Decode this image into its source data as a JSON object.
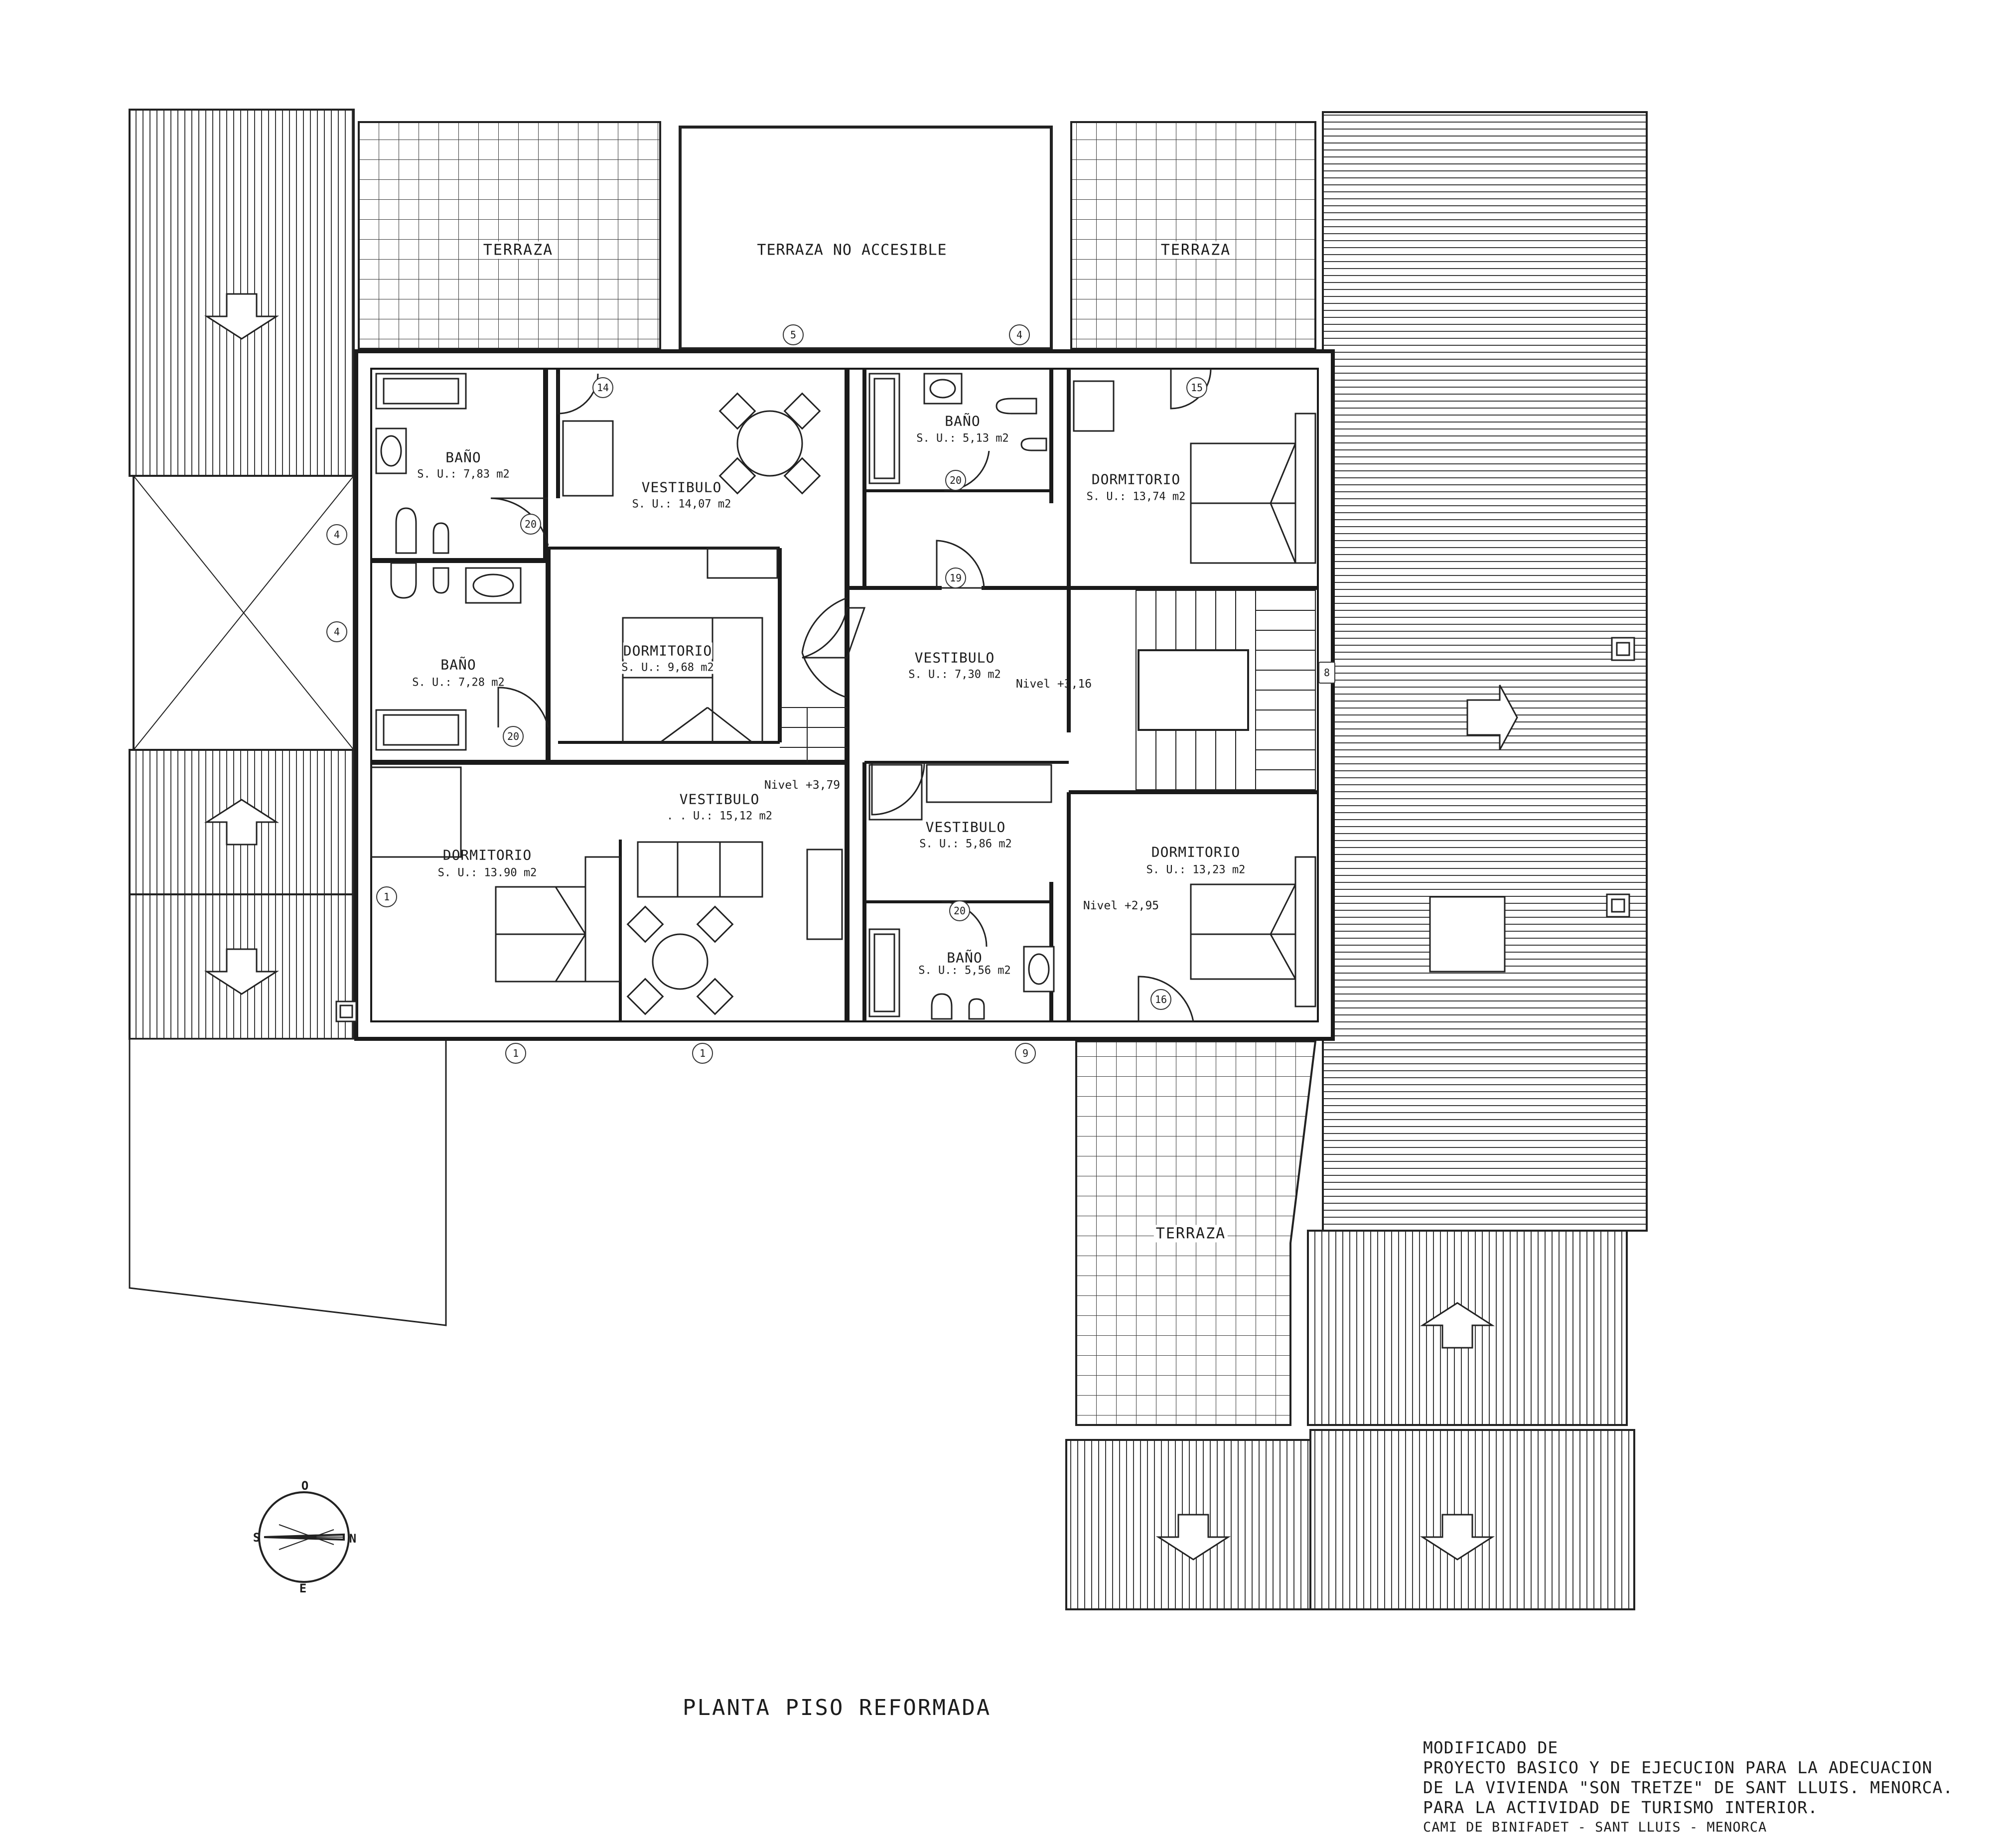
{
  "drawing_title": "PLANTA PISO REFORMADA",
  "title_block": {
    "line1": "MODIFICADO DE",
    "line2": "PROYECTO BASICO Y DE EJECUCION PARA LA ADECUACION",
    "line3": "DE LA VIVIENDA \"SON TRETZE\" DE SANT LLUIS. MENORCA.",
    "line4": "PARA LA ACTIVIDAD DE TURISMO INTERIOR.",
    "line5": "CAMI DE BINIFADET - SANT LLUIS - MENORCA"
  },
  "terraces": [
    {
      "id": "terraza-nw",
      "name": "TERRAZA"
    },
    {
      "id": "terraza-no-accesible",
      "name": "TERRAZA NO ACCESIBLE"
    },
    {
      "id": "terraza-ne",
      "name": "TERRAZA"
    },
    {
      "id": "terraza-south",
      "name": "TERRAZA"
    }
  ],
  "rooms": [
    {
      "id": "bano-1",
      "name": "BAÑO",
      "area": "S. U.: 7,83 m2"
    },
    {
      "id": "vestibulo-1",
      "name": "VESTIBULO",
      "area": "S. U.: 14,07 m2"
    },
    {
      "id": "bano-2",
      "name": "BAÑO",
      "area": "S. U.: 5,13 m2"
    },
    {
      "id": "dormitorio-1",
      "name": "DORMITORIO",
      "area": "S. U.: 13,74 m2"
    },
    {
      "id": "bano-3",
      "name": "BAÑO",
      "area": "S. U.: 7,28 m2"
    },
    {
      "id": "dormitorio-2",
      "name": "DORMITORIO",
      "area": "S. U.: 9,68 m2"
    },
    {
      "id": "vestibulo-2",
      "name": "VESTIBULO",
      "area": "S. U.: 7,30 m2"
    },
    {
      "id": "vestibulo-3",
      "name": "VESTIBULO",
      "area": ". . U.: 15,12 m2"
    },
    {
      "id": "dormitorio-3",
      "name": "DORMITORIO",
      "area": "S. U.: 13.90 m2"
    },
    {
      "id": "vestibulo-4",
      "name": "VESTIBULO",
      "area": "S. U.: 5,86 m2"
    },
    {
      "id": "dormitorio-4",
      "name": "DORMITORIO",
      "area": "S. U.: 13,23 m2"
    },
    {
      "id": "bano-4",
      "name": "BAÑO",
      "area": "S. U.: 5,56 m2"
    }
  ],
  "levels": [
    "Nivel +3,16",
    "Nivel +3,79",
    "Nivel +2,95"
  ],
  "door_numbers": [
    "5",
    "4",
    "14",
    "15",
    "20",
    "20",
    "19",
    "4",
    "4",
    "20",
    "8",
    "20",
    "1",
    "16",
    "1",
    "1",
    "9"
  ],
  "compass": {
    "north": "N",
    "south": "S",
    "east": "E",
    "west": "O"
  }
}
